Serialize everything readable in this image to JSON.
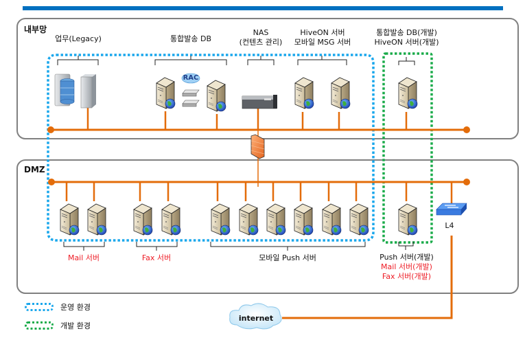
{
  "colors": {
    "header_bar": "#0070c0",
    "zone_border": "#808080",
    "network_line": "#e36c0a",
    "prod_env": "#1aa7ec",
    "dev_env": "#1aab4a",
    "red_text": "#ee1c25",
    "switch_blue": "#3a7be0"
  },
  "zones": {
    "internal": {
      "label": "내부망"
    },
    "dmz": {
      "label": "DMZ"
    }
  },
  "internal_groups": [
    {
      "id": "legacy",
      "lines": [
        "업무(Legacy)"
      ]
    },
    {
      "id": "integrated-db",
      "lines": [
        "통합발송 DB"
      ]
    },
    {
      "id": "nas",
      "lines": [
        "NAS",
        "(컨텐츠 관리)"
      ]
    },
    {
      "id": "hiveon",
      "lines": [
        "HiveON 서버",
        "모바일 MSG 서버"
      ]
    },
    {
      "id": "dev-db",
      "lines": [
        "통합발송 DB(개발)",
        "HiveON 서버(개발)"
      ]
    }
  ],
  "rac_label": "RAC",
  "dmz_groups": [
    {
      "id": "mail",
      "label": "Mail 서버",
      "red": true
    },
    {
      "id": "fax",
      "label": "Fax 서버",
      "red": true
    },
    {
      "id": "push",
      "label": "모바일 Push 서버",
      "red": false
    }
  ],
  "dev_dmz_labels": [
    {
      "text": "Push 서버(개발)",
      "red": false
    },
    {
      "text": "Mail 서버(개발)",
      "red": true
    },
    {
      "text": "Fax 서버(개발)",
      "red": true
    }
  ],
  "l4_label": "L4",
  "internet_label": "internet",
  "legend": [
    {
      "id": "prod",
      "label": "운영 환경"
    },
    {
      "id": "dev",
      "label": "개발 환경"
    }
  ]
}
